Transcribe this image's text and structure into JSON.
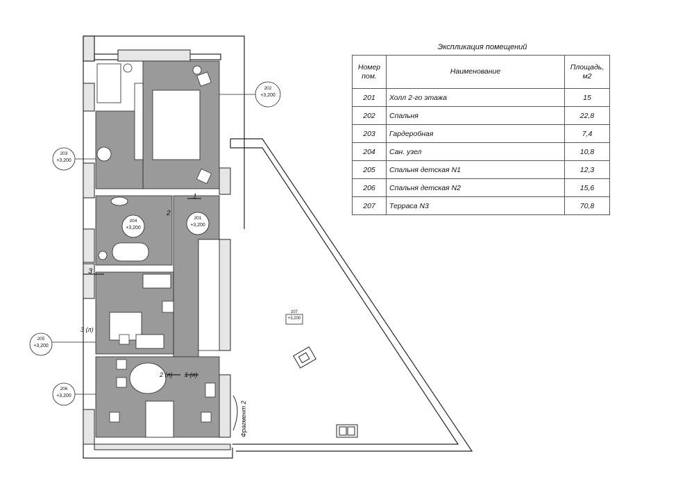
{
  "table": {
    "title": "Экспликация помещений",
    "headers": {
      "num": "Номер пом.",
      "name": "Наименование",
      "area": "Площадь, м2"
    },
    "rows": [
      {
        "num": "201",
        "name": "Холл 2-го этажа",
        "area": "15"
      },
      {
        "num": "202",
        "name": "Спальня",
        "area": "22,8"
      },
      {
        "num": "203",
        "name": "Гардеробная",
        "area": "7,4"
      },
      {
        "num": "204",
        "name": "Сан. узел",
        "area": "10,8"
      },
      {
        "num": "205",
        "name": "Спальня детская N1",
        "area": "12,3"
      },
      {
        "num": "206",
        "name": "Спальня детская N2",
        "area": "15,6"
      },
      {
        "num": "207",
        "name": "Терраса N3",
        "area": "70,8"
      }
    ]
  },
  "room_tags": [
    {
      "id": "202",
      "num": "202",
      "elev": "+3,200"
    },
    {
      "id": "203",
      "num": "203",
      "elev": "+3,200"
    },
    {
      "id": "204",
      "num": "204",
      "elev": "+3,200"
    },
    {
      "id": "201",
      "num": "201",
      "elev": "+3,200"
    },
    {
      "id": "205",
      "num": "205",
      "elev": "+3,200"
    },
    {
      "id": "206",
      "num": "206",
      "elev": "+3,200"
    },
    {
      "id": "207",
      "num": "207",
      "elev": "+3,200"
    }
  ],
  "section_marks": {
    "m1": "1",
    "m2": "2",
    "m3": "3",
    "m3a": "3 (л)",
    "m2a": "2 (л)",
    "m1a": "1 (л)"
  },
  "fragment_label": "Фрагмент 2",
  "colors": {
    "room_fill": "#9a9a9a",
    "wall_fill": "#e6e6e6",
    "line": "#222222"
  }
}
